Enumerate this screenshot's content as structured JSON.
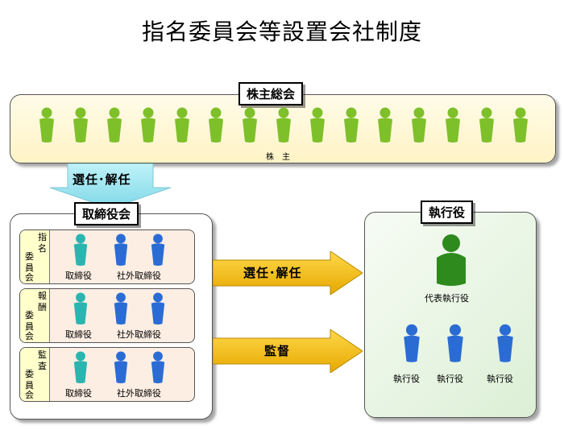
{
  "title": "指名委員会等設置会社制度",
  "shareholders_meeting": {
    "label": "株主総会",
    "members_label": "株　主",
    "count": 15
  },
  "appoint_arrow": {
    "label": "選任･解任"
  },
  "board": {
    "label": "取締役会",
    "committees": [
      {
        "name_a": "指",
        "name_b": "名",
        "name_c": "委",
        "name_d": "員",
        "name_e": "会",
        "director_label": "取締役",
        "outside_label": "社外取締役"
      },
      {
        "name_a": "報",
        "name_b": "酬",
        "name_c": "委",
        "name_d": "員",
        "name_e": "会",
        "director_label": "取締役",
        "outside_label": "社外取締役"
      },
      {
        "name_a": "監",
        "name_b": "査",
        "name_c": "委",
        "name_d": "員",
        "name_e": "会",
        "director_label": "取締役",
        "outside_label": "社外取締役"
      }
    ]
  },
  "arrows": {
    "appoint": "選任･解任",
    "supervise": "監督"
  },
  "executives": {
    "label": "執行役",
    "ceo_label": "代表執行役",
    "officers": [
      "執行役",
      "執行役",
      "執行役"
    ]
  },
  "colors": {
    "shareholder": "#7ec02a",
    "director": "#2ab5b0",
    "outside": "#2a6cd4",
    "ceo": "#2e8a1c",
    "officer": "#2a6cd4",
    "arrow_yellow": "#f6c200",
    "arrow_cyan": "#9fe6f0"
  }
}
